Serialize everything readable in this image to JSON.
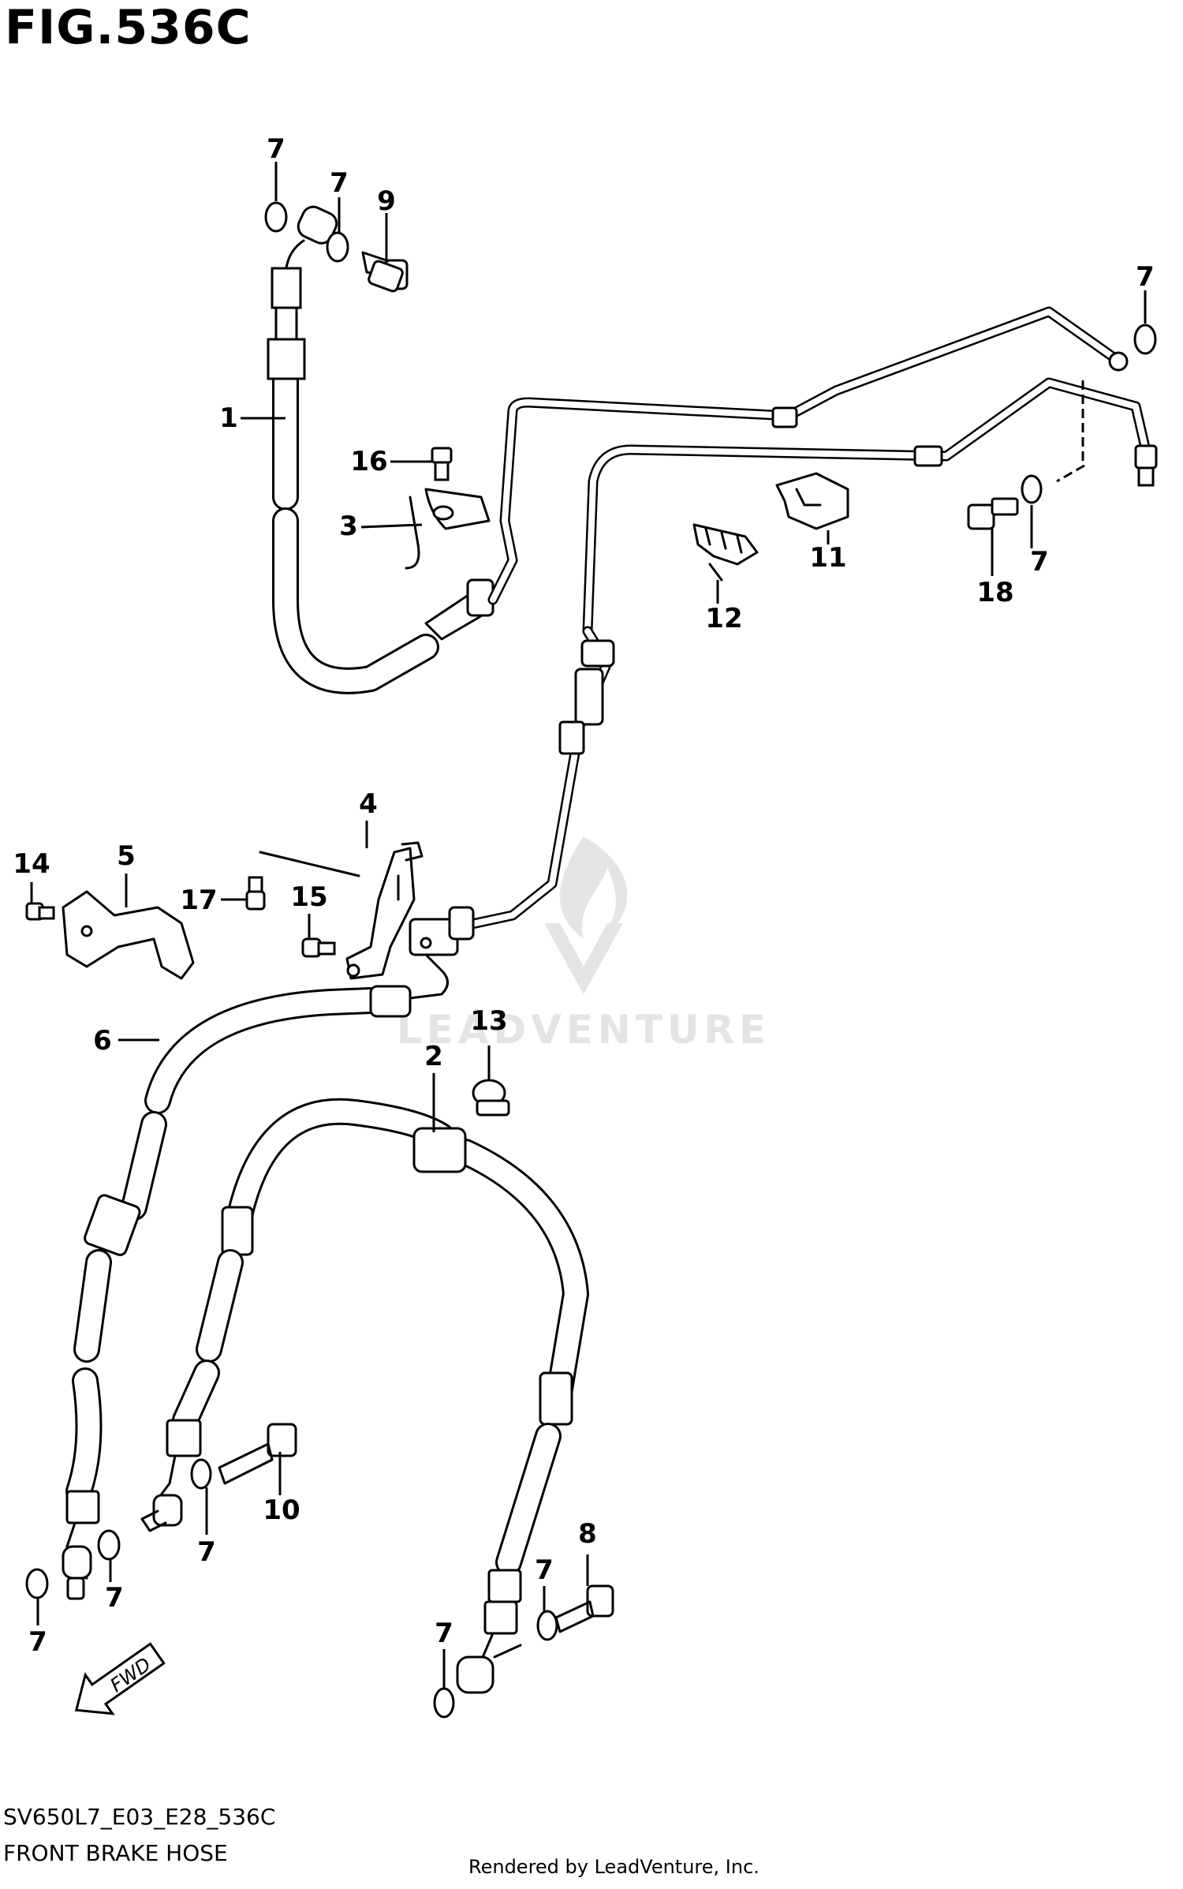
{
  "figure": {
    "title": "FIG.536C",
    "model_code": "SV650L7_E03_E28_536C",
    "name": "FRONT BRAKE HOSE",
    "credit": "Rendered by LeadVenture, Inc.",
    "watermark": "LEADVENTURE"
  },
  "callouts": {
    "c1": "1",
    "c2": "2",
    "c3": "3",
    "c4": "4",
    "c5": "5",
    "c6": "6",
    "c7a": "7",
    "c7b": "7",
    "c7c": "7",
    "c7d": "7",
    "c7e": "7",
    "c7f": "7",
    "c7g": "7",
    "c7h": "7",
    "c7i": "7",
    "c8": "8",
    "c9": "9",
    "c10": "10",
    "c11": "11",
    "c12": "12",
    "c13": "13",
    "c14": "14",
    "c15": "15",
    "c16": "16",
    "c17": "17",
    "c18": "18"
  },
  "fwd_arrow": {
    "label": "FWD"
  },
  "colors": {
    "ink": "#000000",
    "background": "#ffffff",
    "watermark": "#e4e4e4"
  }
}
